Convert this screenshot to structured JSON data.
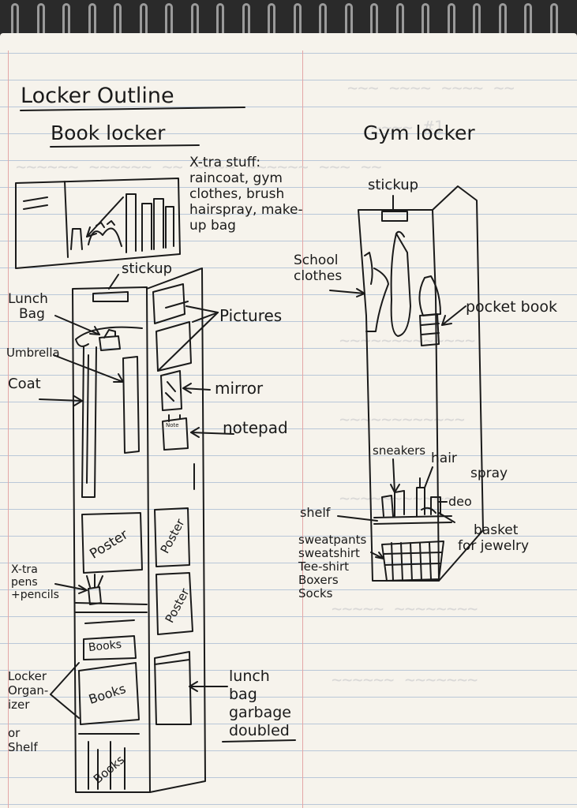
{
  "title": "Locker Outline",
  "sections": {
    "book_locker": "Book locker",
    "gym_locker": "Gym locker"
  },
  "book_locker": {
    "extra_stuff": [
      "X-tra stuff:",
      "raincoat, gym",
      "clothes, brush",
      "hairspray, make-",
      "up bag"
    ],
    "stickup": "stickup",
    "lunch_bag": [
      "Lunch",
      "Bag"
    ],
    "umbrella": "Umbrella",
    "coat": "Coat",
    "pictures": "Pictures",
    "mirror": "mirror",
    "notepad": "notepad",
    "note_tag": "Note",
    "poster_1": "Poster",
    "poster_2": "Poster",
    "poster_3": "Poster",
    "pens": [
      "X-tra",
      "pens",
      "+pencils"
    ],
    "books_1": "Books",
    "books_2": "Books",
    "books_3": "Books",
    "organizer": [
      "Locker",
      "Organ-",
      "izer",
      "",
      "or",
      "Shelf"
    ],
    "lunch_garbage": [
      "lunch",
      "bag",
      "garbage",
      "doubled"
    ]
  },
  "gym_locker": {
    "stickup": "stickup",
    "school_clothes": [
      "School",
      "clothes"
    ],
    "pocketbook": "pocket book",
    "sneakers": "sneakers",
    "hairspray": [
      "hair",
      "spray"
    ],
    "deo": "deo",
    "shelf": "shelf",
    "basket": [
      "basket",
      "for jewelry"
    ],
    "bottom_items": [
      "sweatpants",
      "sweatshirt",
      "Tee-shirt",
      "Boxers",
      "Socks"
    ]
  },
  "colors": {
    "ink": "#1a1a1a",
    "paper": "#f6f3ec",
    "rule_line": "#b9c7d8",
    "margin_line": "#e4a6a6"
  }
}
